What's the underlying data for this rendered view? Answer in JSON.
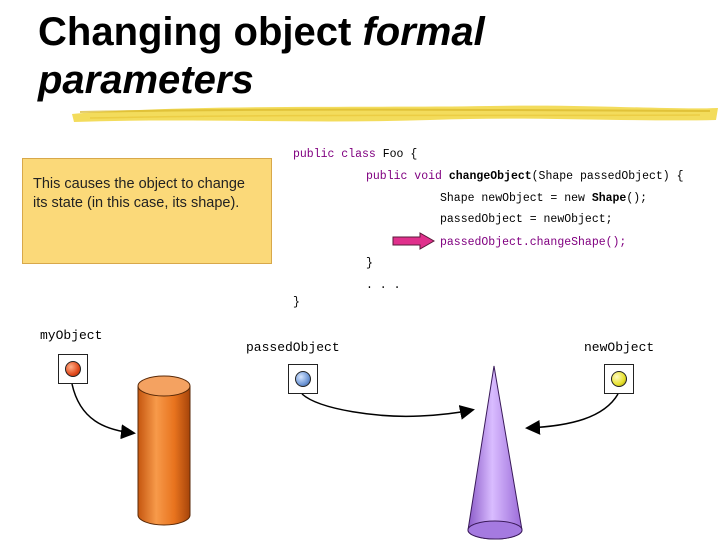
{
  "slide": {
    "title_line1_plain": "Changing object ",
    "title_line1_italic": "formal",
    "title_line2_italic": "parameters"
  },
  "callout": {
    "text": "This causes the object to change its state (in this case, its shape)."
  },
  "code": {
    "l1_kw": "public class",
    "l1_rest": " Foo {",
    "l2_kw": "public void",
    "l2_method": "changeObject",
    "l2_rest": "(Shape passedObject) {",
    "l3_a": "Shape newObject = new ",
    "l3_b": "Shape",
    "l3_c": "();",
    "l4": "passedObject = newObject;",
    "l5": "passedObject.changeShape();",
    "l6": "}",
    "l7": ". . .",
    "l8": "}"
  },
  "variables": {
    "my_object": "myObject",
    "passed_object": "passedObject",
    "new_object": "newObject"
  },
  "colors": {
    "arrow": "#e0308c",
    "code_highlight": "#800080",
    "callout_bg": "#fbd979",
    "cylinder": "#e8731e",
    "cone": "#b58be8",
    "dot_my_object": "#e24a1c",
    "dot_passed_object": "#6d96d6",
    "dot_new_object": "#e6e02a"
  },
  "icons": {
    "pointer_arrow": "right-arrow-icon",
    "shape_1": "cylinder-shape",
    "shape_2": "cone-shape"
  }
}
